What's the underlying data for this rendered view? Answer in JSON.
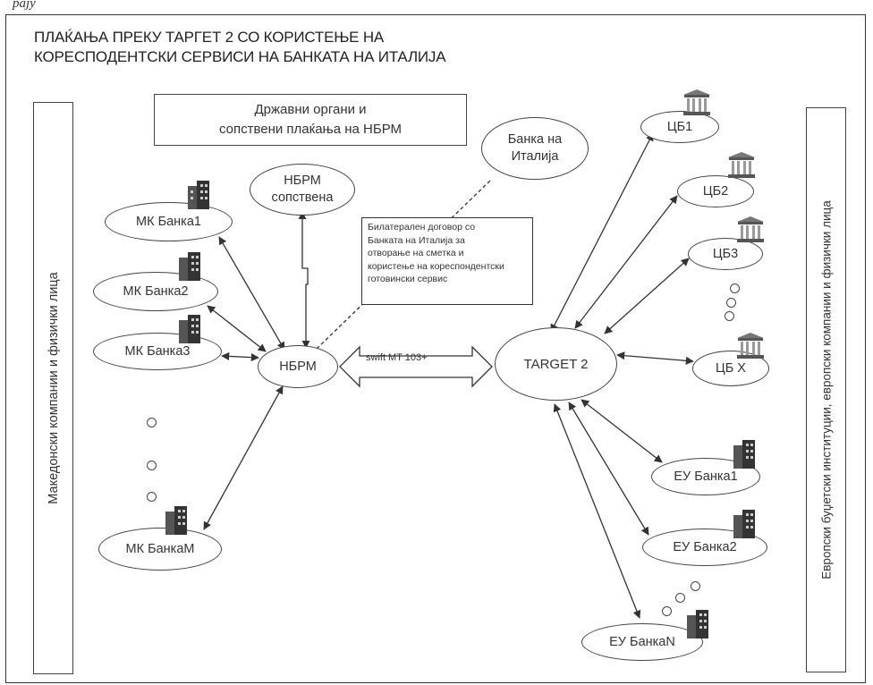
{
  "caption": "рају",
  "title": {
    "line1": "ПЛАЌАЊА ПРЕКУ ТАРГЕТ 2 СО КОРИСТЕЊЕ НА",
    "line2": "КОРЕСПОДЕНТСКИ СЕРВИСИ НА БАНКАТА НА ИТАЛИЈА"
  },
  "left_box": "Македонски компании и физички лица",
  "right_box": "Европски буџетски институции, европски компании и физички лица",
  "state_box": {
    "line1": "Државни органи и",
    "line2": "сопствени плаќања на НБРМ"
  },
  "note": {
    "lines": [
      "Билатерален договор со",
      "Банката на Италија за",
      "отворање на сметка и",
      "користење на кореспондентски",
      "готовински сервис"
    ]
  },
  "swift_label": "swift MT 103+",
  "nodes": {
    "nbrm_own": {
      "line1": "НБРМ",
      "line2": "сопствена"
    },
    "bank_italy": {
      "line1": "Банка на",
      "line2": "Италија"
    },
    "nbrm": "НБРМ",
    "target2": "TARGET 2",
    "mk1": "МК Банка1",
    "mk2": "МК Банка2",
    "mk3": "МК Банка3",
    "mkm": "МК БанкаМ",
    "cb1": "ЦБ1",
    "cb2": "ЦБ2",
    "cb3": "ЦБ3",
    "cbx": "ЦБ X",
    "eu1": "ЕУ Банка1",
    "eu2": "ЕУ Банка2",
    "eun": "ЕУ БанкаN"
  }
}
